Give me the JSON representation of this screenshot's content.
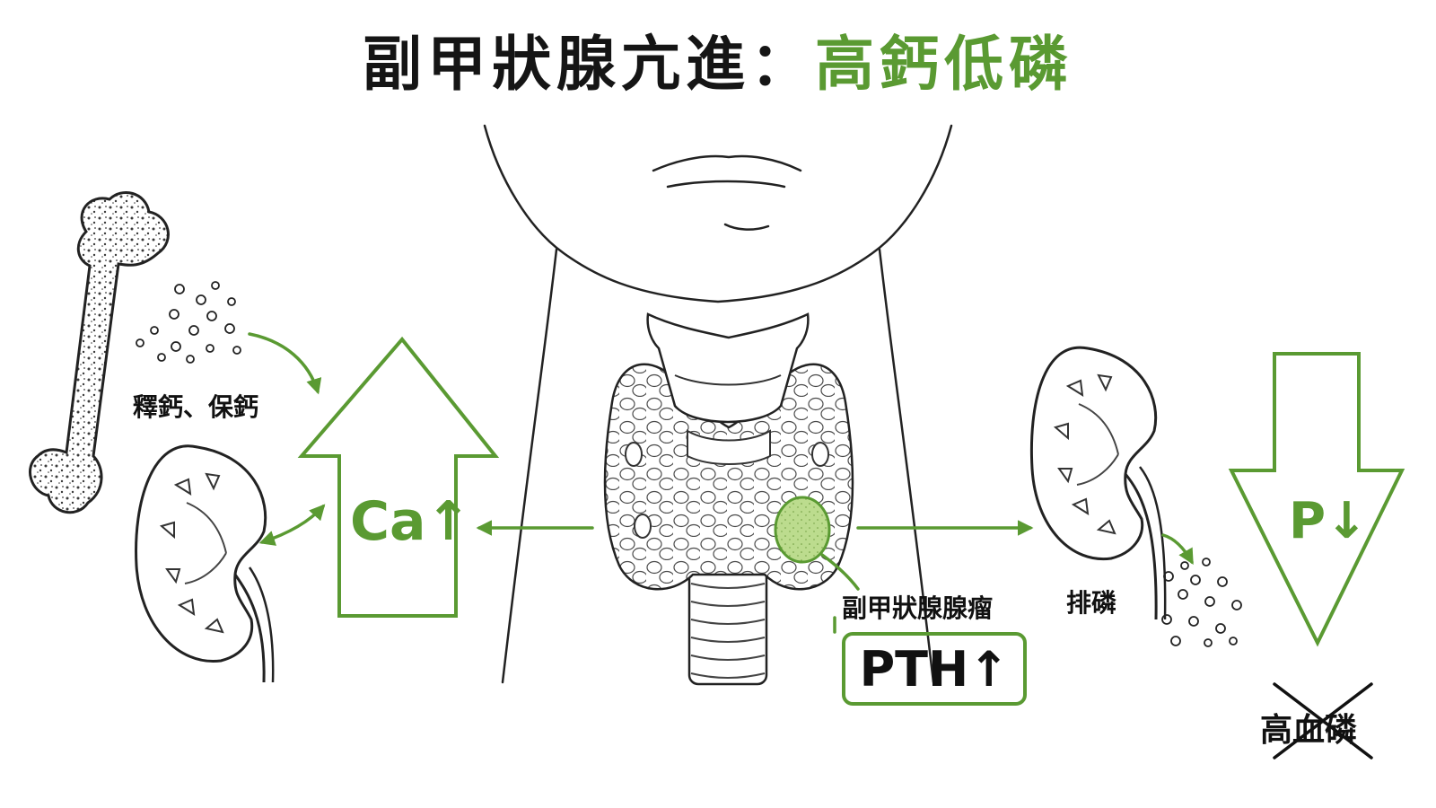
{
  "title": {
    "main": "副甲狀腺亢進：",
    "highlight": "高鈣低磷"
  },
  "labels": {
    "bone_release": "釋鈣、保鈣",
    "calcium": "Ca↑",
    "adenoma": "副甲狀腺腺瘤",
    "pth": "PTH↑",
    "phosphate_excretion": "排磷",
    "phosphorus": "P↓",
    "crossed_out": "高血磷"
  },
  "colors": {
    "accent": "#5a9a32",
    "adenoma_fill": "#bcdc8e",
    "outline": "#222222"
  }
}
